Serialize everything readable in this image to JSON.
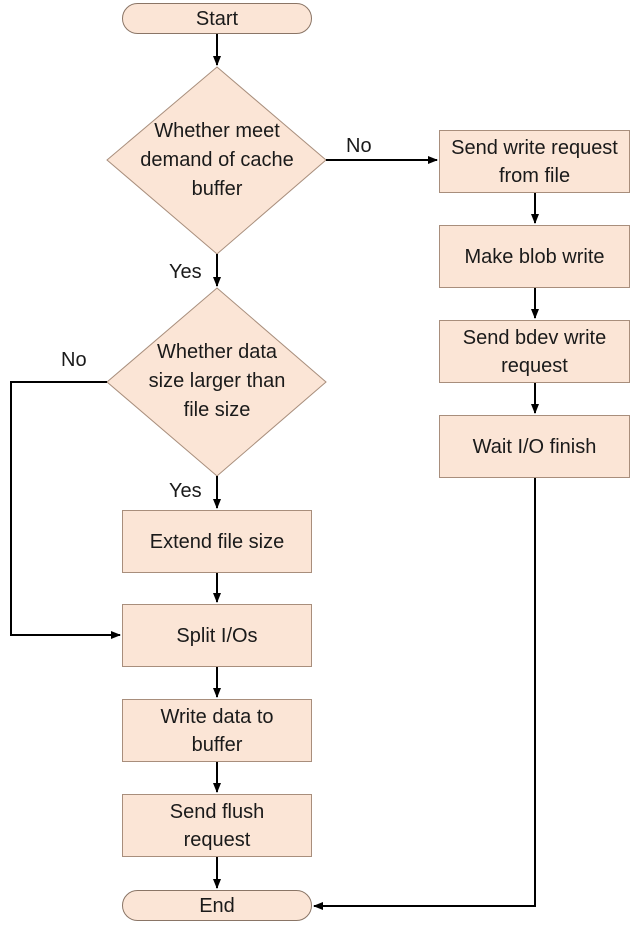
{
  "flowchart": {
    "nodes": {
      "start": "Start",
      "cache_check": "Whether meet demand of cache buffer",
      "size_check": "Whether data size larger than file size",
      "extend": "Extend file size",
      "split": "Split I/Os",
      "write_buffer": "Write data to buffer",
      "send_flush": "Send flush request",
      "end": "End",
      "send_write": "Send write request from file",
      "make_blob": "Make blob write",
      "send_bdev": "Send bdev write request",
      "wait_io": "Wait I/O finish"
    },
    "edge_labels": {
      "cache_no": "No",
      "cache_yes": "Yes",
      "size_no": "No",
      "size_yes": "Yes"
    },
    "colors": {
      "node_fill": "#fbe5d6",
      "node_border": "#a88e7c",
      "line": "#000000"
    }
  }
}
